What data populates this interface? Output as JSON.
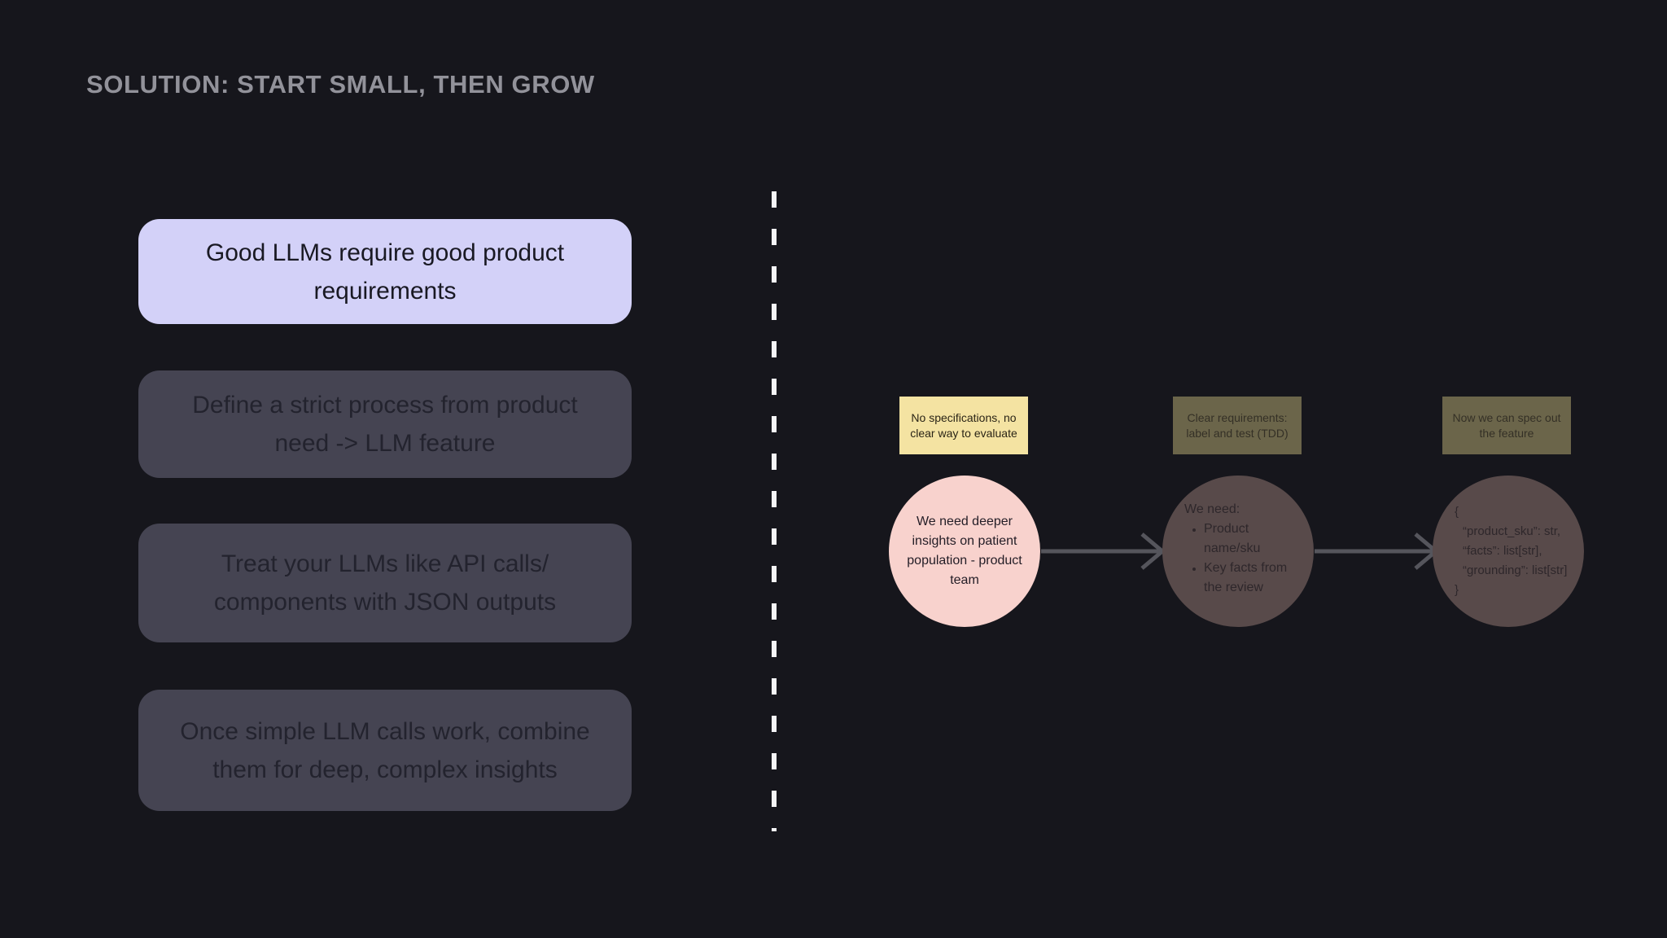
{
  "slide": {
    "title": "SOLUTION: START SMALL, THEN GROW"
  },
  "colors": {
    "background": "#16161c",
    "title_text": "#92929a",
    "card_highlight_bg": "#d3d1f8",
    "card_highlight_text": "#191923",
    "card_muted_bg": "#454452",
    "card_muted_text": "#23232e",
    "sticky_yellow_bg": "#f4e3a2",
    "sticky_yellow_text": "#2a2416",
    "sticky_dim_bg": "#6b654a",
    "sticky_dim_text": "#343026",
    "bubble_pink_bg": "#f8d2cd",
    "bubble_pink_text": "#231d26",
    "bubble_dim_bg": "#584a4a",
    "bubble_dim_text": "#2e272b",
    "arrow": "#55555c",
    "divider_dash": "#f5f5f7"
  },
  "cards": [
    {
      "label": "Good LLMs require good product requirements",
      "highlighted": true
    },
    {
      "label": "Define a strict process from product need -> LLM feature",
      "highlighted": false
    },
    {
      "label": "Treat your LLMs like API calls/ components with JSON outputs",
      "highlighted": false
    },
    {
      "label": "Once simple LLM calls work, combine them for deep, complex insights",
      "highlighted": false
    }
  ],
  "flow": {
    "stage1": {
      "sticky": "No specifications, no clear way to evaluate",
      "bubble": "We need deeper insights on patient population - product team"
    },
    "stage2": {
      "sticky": "Clear requirements: label and test (TDD)",
      "bubble_intro": "We need:",
      "bullets": [
        "Product name/sku",
        "Key facts from the review"
      ]
    },
    "stage3": {
      "sticky": "Now we can spec out the feature",
      "code_lines": [
        "{",
        "“product_sku”: str,",
        "“facts”: list[str],",
        "“grounding”: list[str]",
        "}"
      ]
    }
  }
}
